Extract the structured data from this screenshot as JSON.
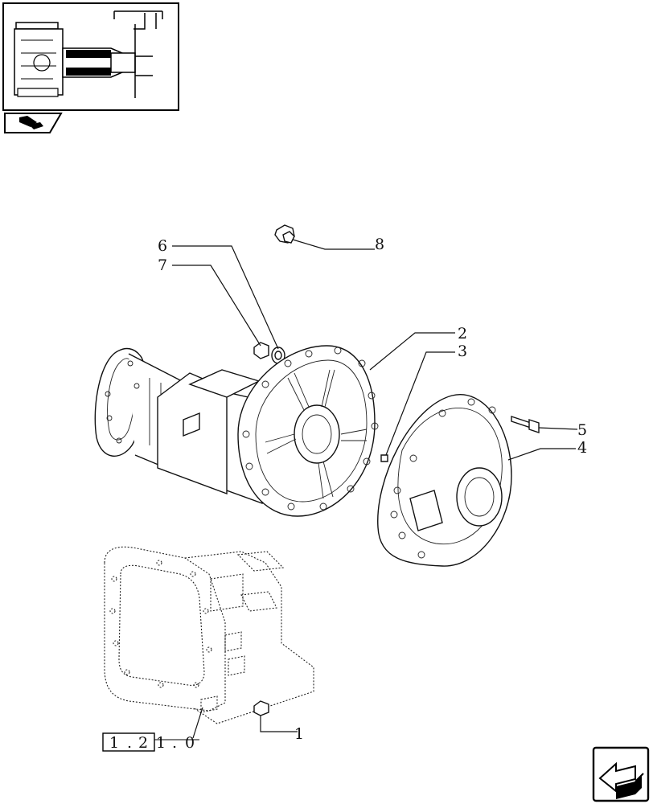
{
  "callouts": [
    {
      "id": "1",
      "label": "1"
    },
    {
      "id": "2",
      "label": "2"
    },
    {
      "id": "3",
      "label": "3"
    },
    {
      "id": "4",
      "label": "4"
    },
    {
      "id": "5",
      "label": "5"
    },
    {
      "id": "6",
      "label": "6"
    },
    {
      "id": "7",
      "label": "7"
    },
    {
      "id": "8",
      "label": "8"
    }
  ],
  "reference": {
    "boxed": [
      "1",
      ".",
      "2"
    ],
    "rest": [
      "1",
      ".",
      "0"
    ]
  },
  "icons": {
    "thumbnail": "assembly-thumbnail",
    "tab": "book-arrow-icon",
    "nav": "navigation-arrow-icon"
  }
}
